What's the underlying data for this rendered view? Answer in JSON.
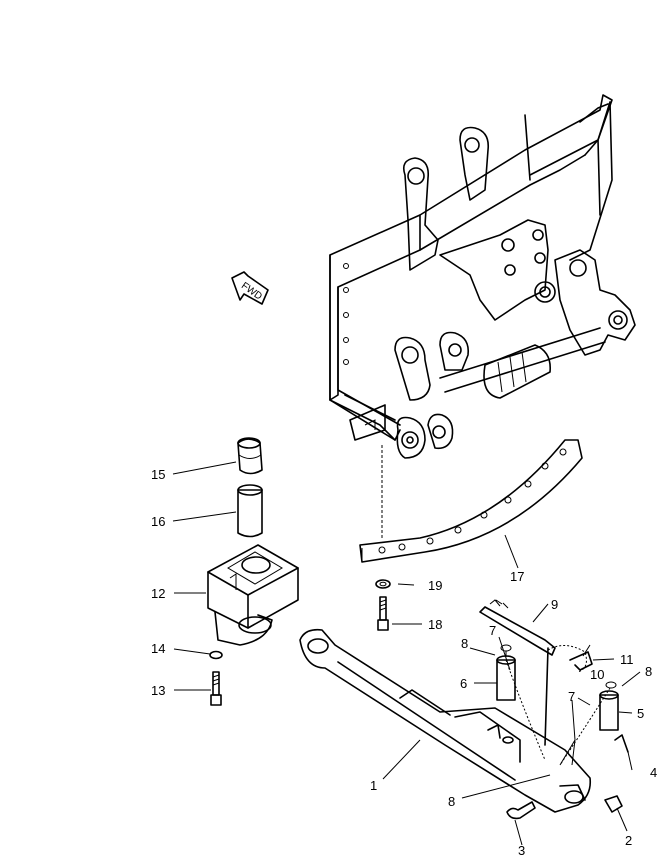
{
  "fwd_label": "FWD",
  "callouts": [
    {
      "id": "c1",
      "num": "1"
    },
    {
      "id": "c2",
      "num": "2"
    },
    {
      "id": "c3",
      "num": "3"
    },
    {
      "id": "c4",
      "num": "4"
    },
    {
      "id": "c5",
      "num": "5"
    },
    {
      "id": "c6",
      "num": "6"
    },
    {
      "id": "c7a",
      "num": "7"
    },
    {
      "id": "c7b",
      "num": "7"
    },
    {
      "id": "c8a",
      "num": "8"
    },
    {
      "id": "c8b",
      "num": "8"
    },
    {
      "id": "c8c",
      "num": "8"
    },
    {
      "id": "c9",
      "num": "9"
    },
    {
      "id": "c10",
      "num": "10"
    },
    {
      "id": "c11",
      "num": "11"
    },
    {
      "id": "c12",
      "num": "12"
    },
    {
      "id": "c13",
      "num": "13"
    },
    {
      "id": "c14",
      "num": "14"
    },
    {
      "id": "c15",
      "num": "15"
    },
    {
      "id": "c16",
      "num": "16"
    },
    {
      "id": "c17",
      "num": "17"
    },
    {
      "id": "c18",
      "num": "18"
    },
    {
      "id": "c19",
      "num": "19"
    }
  ]
}
